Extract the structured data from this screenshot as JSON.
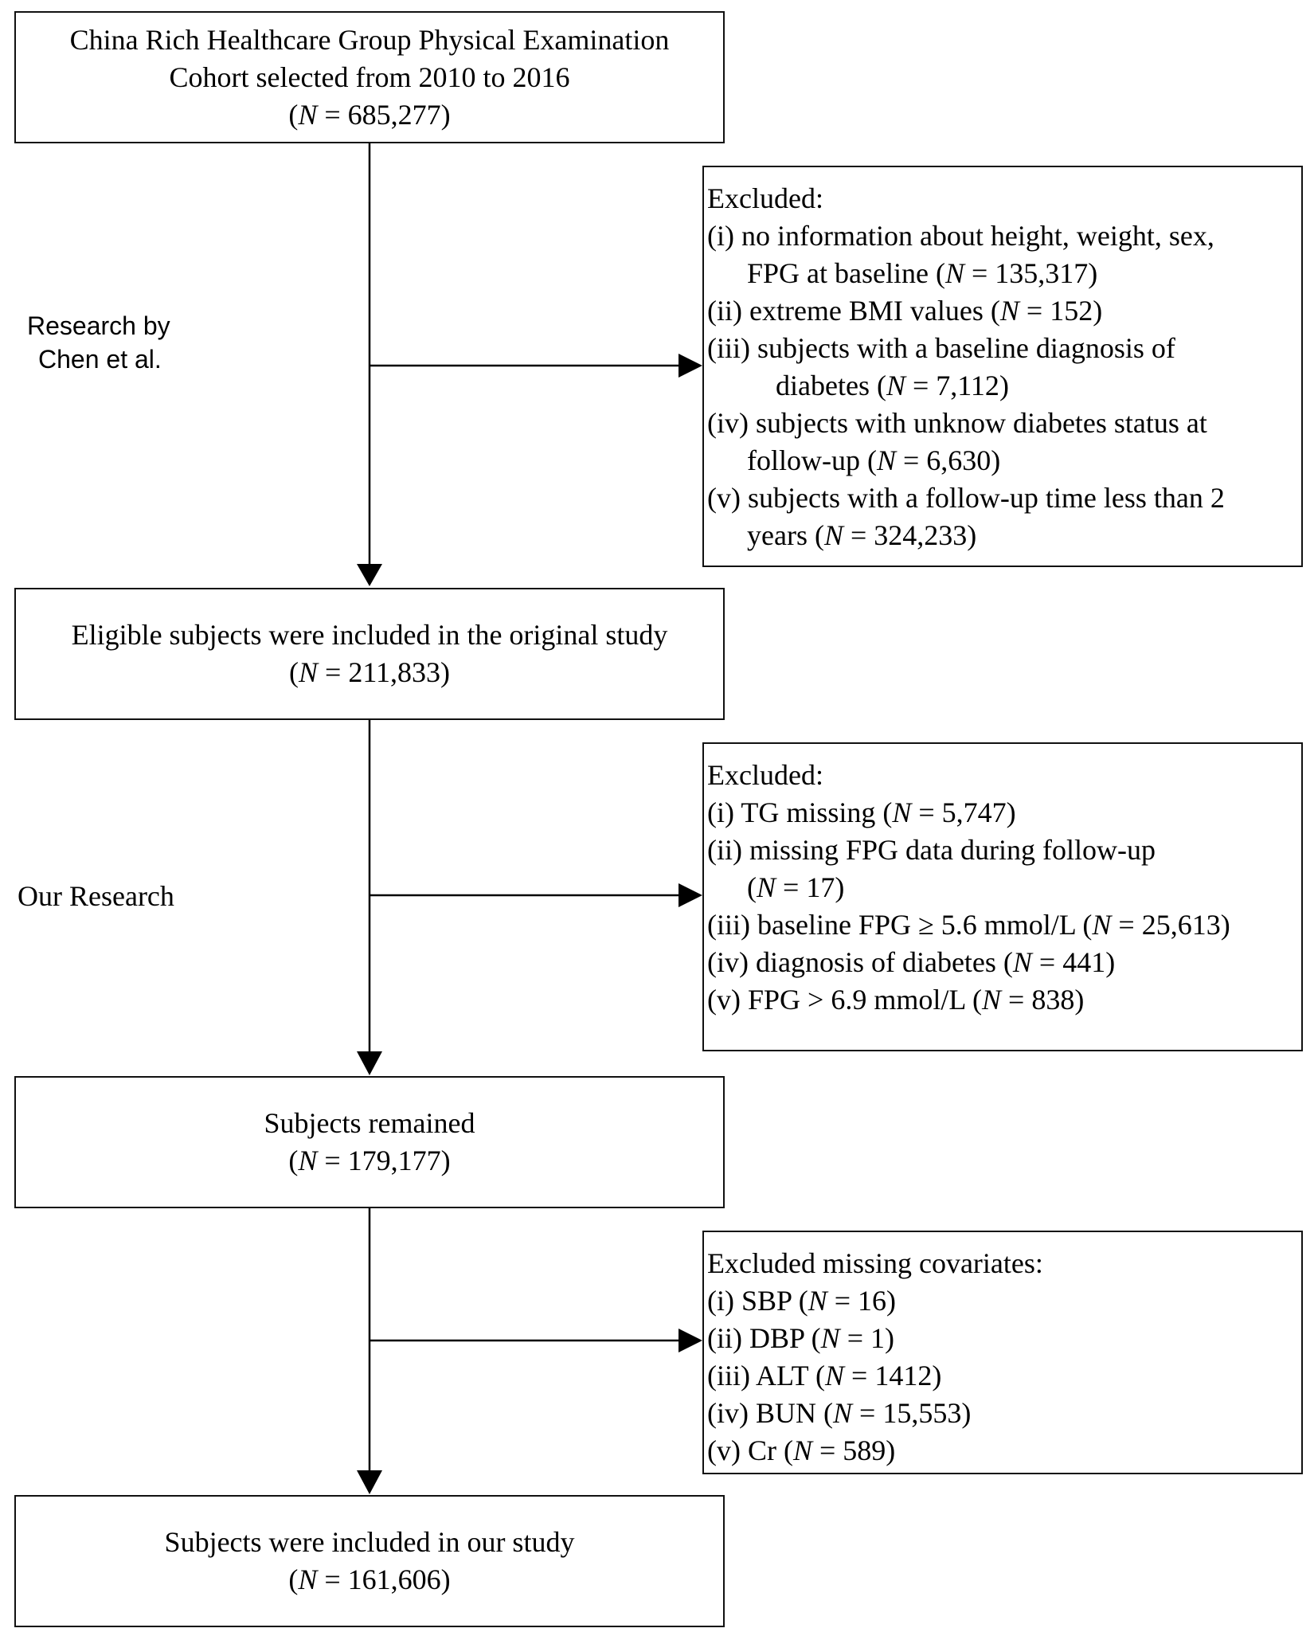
{
  "boxes": {
    "cohort": {
      "line1": "China Rich Healthcare Group Physical Examination",
      "line2": "Cohort selected from 2010 to 2016",
      "n": "685,277"
    },
    "eligible": {
      "line1": "Eligible subjects were included in the original study",
      "n": "211,833"
    },
    "remained": {
      "line1": "Subjects remained",
      "n": "179,177"
    },
    "included": {
      "line1": "Subjects were included in our study",
      "n": "161,606"
    }
  },
  "exclusions": {
    "first": {
      "heading": "Excluded:",
      "items": [
        {
          "a": "(i) no information about height, weight, sex,",
          "b": "FPG at baseline (",
          "n": "135,317",
          "c": ")"
        },
        {
          "a": "(ii) extreme BMI values (",
          "n": "152",
          "c": ")"
        },
        {
          "a": "(iii) subjects with a baseline diagnosis of",
          "b": "diabetes (",
          "n": "7,112",
          "c": ")"
        },
        {
          "a": "(iv) subjects with unknow diabetes status at",
          "b": "follow-up (",
          "n": "6,630",
          "c": ")"
        },
        {
          "a": "(v) subjects with a follow-up time less than 2",
          "b": "years (",
          "n": "324,233",
          "c": ")"
        }
      ]
    },
    "second": {
      "heading": "Excluded:",
      "items": [
        {
          "a": "(i) TG missing (",
          "n": "5,747",
          "c": ")"
        },
        {
          "a": "(ii) missing FPG data during follow-up",
          "b": "(",
          "n": "17",
          "c": ")"
        },
        {
          "a": "(iii) baseline FPG ≥ 5.6 mmol/L (",
          "n": "25,613",
          "c": ")"
        },
        {
          "a": "(iv) diagnosis of diabetes (",
          "n": "441",
          "c": ")"
        },
        {
          "a": "(v) FPG > 6.9 mmol/L (",
          "n": "838",
          "c": ")"
        }
      ]
    },
    "third": {
      "heading": "Excluded missing covariates:",
      "items": [
        {
          "a": "(i) SBP (",
          "n": "16",
          "c": ")"
        },
        {
          "a": "(ii) DBP (",
          "n": "1",
          "c": ")"
        },
        {
          "a": "(iii) ALT (",
          "n": "1412",
          "c": ")"
        },
        {
          "a": "(iv) BUN (",
          "n": "15,553",
          "c": ")"
        },
        {
          "a": "(v) Cr  (",
          "n": "589",
          "c": ")"
        }
      ]
    }
  },
  "labels": {
    "chen_line1": "Research by",
    "chen_line2": "Chen et al.",
    "ours": "Our Research"
  },
  "n_symbol": "N",
  "n_eq": " = "
}
